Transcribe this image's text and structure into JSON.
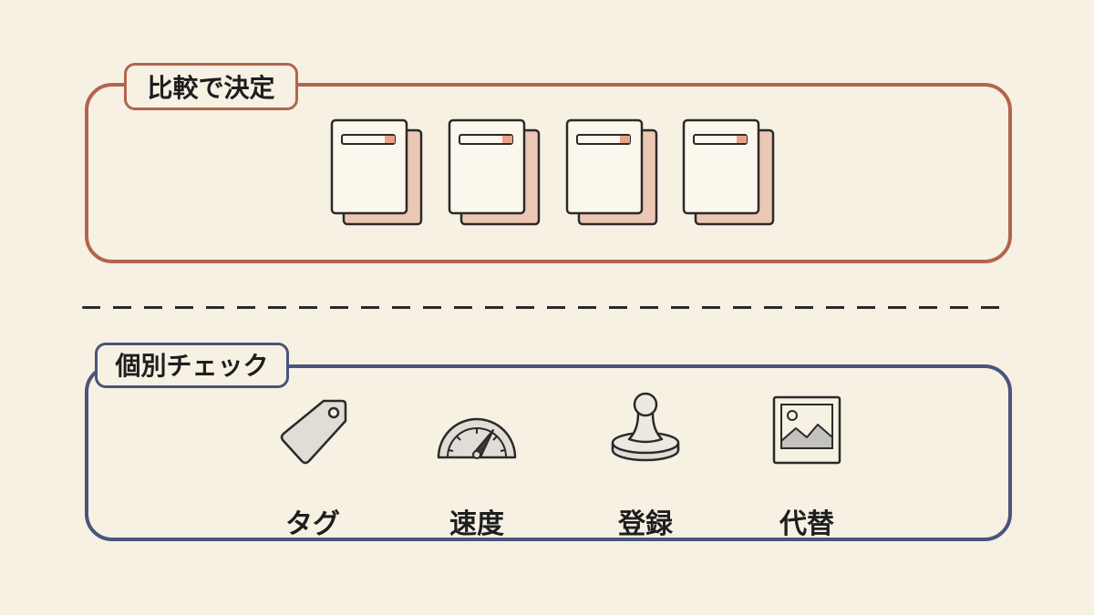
{
  "sections": {
    "compare": {
      "title": "比較で決定",
      "color": "#b2654d",
      "documents": [
        {
          "icon": "document-stack-icon"
        },
        {
          "icon": "document-stack-icon"
        },
        {
          "icon": "document-stack-icon"
        },
        {
          "icon": "document-stack-icon"
        }
      ]
    },
    "check": {
      "title": "個別チェック",
      "color": "#4a547c",
      "items": [
        {
          "label": "タグ",
          "icon": "price-tag-icon"
        },
        {
          "label": "速度",
          "icon": "speedometer-icon"
        },
        {
          "label": "登録",
          "icon": "stamp-icon"
        },
        {
          "label": "代替",
          "icon": "image-icon"
        }
      ]
    }
  },
  "colors": {
    "background": "#f6f1e3",
    "document_shadow": "#ecc8b4",
    "accent_bar": "#e8a488"
  }
}
